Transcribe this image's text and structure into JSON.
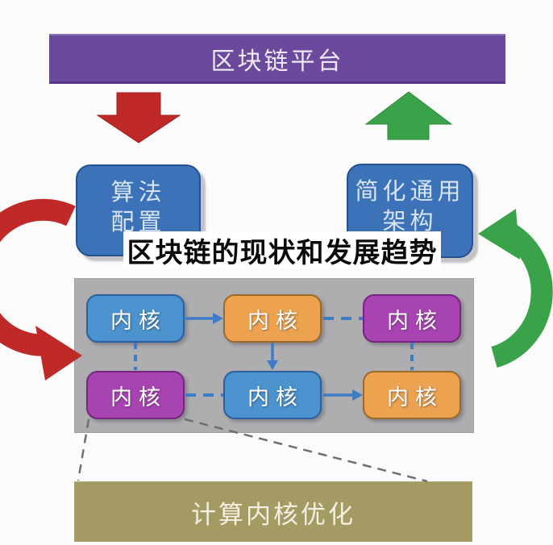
{
  "title": {
    "text": "区块链的现状和发展趋势"
  },
  "top_banner": {
    "label": "区块链平台"
  },
  "boxes": {
    "left": {
      "line1": "算法",
      "line2": "配置"
    },
    "right": {
      "line1": "简化通用",
      "line2": "架构"
    }
  },
  "kernels": [
    {
      "label": "内核",
      "variant": "blue"
    },
    {
      "label": "内核",
      "variant": "orange"
    },
    {
      "label": "内核",
      "variant": "purple"
    },
    {
      "label": "内核",
      "variant": "purple"
    },
    {
      "label": "内核",
      "variant": "blue"
    },
    {
      "label": "内核",
      "variant": "orange"
    }
  ],
  "bottom_banner": {
    "label": "计算内核优化"
  },
  "colors": {
    "banner_purple": "#6b4a9d",
    "box_blue": "#3b72b8",
    "kernel_blue": "#4b92cf",
    "kernel_orange": "#eda24f",
    "kernel_purple": "#a843b2",
    "panel_gray": "#aeadb0",
    "banner_tan": "#a49a63",
    "red": "#bf2a28",
    "red_dark": "#9c1f1f",
    "green": "#3aa34a",
    "green_dark": "#2b8a3b",
    "connector": "#3d7cc6",
    "zoom_line": "#6f6f71",
    "title_black": "#0a0a0a"
  }
}
